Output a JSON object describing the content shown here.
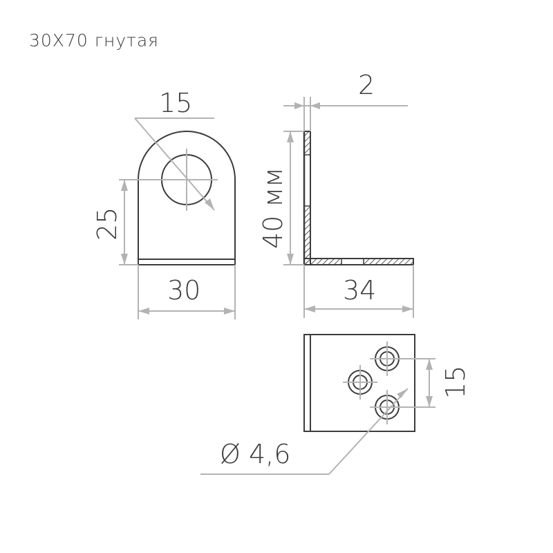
{
  "title": "30X70 гнутая",
  "colors": {
    "outline": "#3b3b3b",
    "dimension": "#b3b3b3",
    "hatch": "#555555"
  },
  "dimensions": {
    "front_width": "30",
    "front_height": "25",
    "hole_spacing_top": "15",
    "side_height": "40 мм",
    "thickness": "2",
    "side_length": "34",
    "bottom_spacing": "15",
    "hole_diameter": "Ø 4,6"
  }
}
